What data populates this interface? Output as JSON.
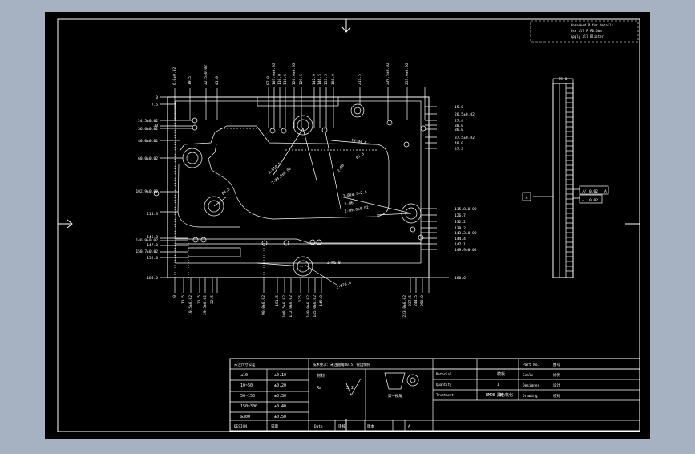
{
  "colors": {
    "background": "#a6b1c2",
    "sheet": "#000000",
    "lines": "#ffffff"
  },
  "top_note": {
    "lines": [
      "Unmarked R for details",
      "Use all R R0.5mm",
      "Apply all Blister"
    ]
  },
  "left_dims": [
    "0",
    "7.5",
    "24.5±0.02",
    "30",
    "36.6±0.02",
    "40.0±0.02",
    "60.0±0.02",
    "102.9±0.02",
    "114.3",
    "145.8",
    "146.9±0.02",
    "147.0",
    "150.7±0.02",
    "152.0",
    "180.0"
  ],
  "top_dims": [
    "6.0±0.02",
    "19.5",
    "32.5±0.02",
    "41.0",
    "97.0",
    "103.0±0.02",
    "110.0",
    "110.6",
    "126.0±0.02",
    "129.5",
    "142.0",
    "146.5",
    "153.5",
    "188.0",
    "211.5",
    "239.5±0.02",
    "253.0±0.02"
  ],
  "right_dims_top": [
    "15.0",
    "26.5±0.02",
    "27.4",
    "30.0",
    "36.0",
    "37.5±0.02",
    "40.0",
    "47.3"
  ],
  "right_dims_bottom": [
    "115.8±0.02",
    "126.7",
    "132.2",
    "138.2",
    "143.3±0.02",
    "144.4",
    "147.1",
    "149.9±0.02"
  ],
  "bottom_dims_left": [
    "0",
    "11.5",
    "19.5±0.02",
    "21.5",
    "29.5±0.02",
    "32.5"
  ],
  "bottom_dims_mid": [
    "90.0±0.02",
    "101.5",
    "108.5±0.02",
    "112.0±0.02",
    "135",
    "140.0±0.02",
    "145.0±0.02",
    "149.0"
  ],
  "bottom_dims_right": [
    "233.0±0.02",
    "237.5",
    "244.5",
    "250.0"
  ],
  "right_180": "180.0",
  "hole_notes": [
    "2-Ø10.5",
    "2-Ø9.0±0.02",
    "2-Ø8",
    "Ø9.5",
    "2-Ø10.5×2.5",
    "2-Ø9.0±0.02",
    "2-Ø6",
    "2-M6.0",
    "2-Ø20.8",
    "14-Ø4.8",
    "Ø5.5"
  ],
  "side_view": {
    "top_dim": "15.0",
    "datum": "A",
    "tol_parallel": "0.02",
    "tol_parallel_datum": "A",
    "tol_flat": "0.02"
  },
  "title_block": {
    "general_tol_title": "未注尺寸公差",
    "tol_rows": [
      [
        "≤10",
        "±0.10"
      ],
      [
        "10~50",
        "±0.20"
      ],
      [
        "50~150",
        "±0.30"
      ],
      [
        "150~300",
        "±0.40"
      ],
      [
        "≥300",
        "±0.50"
      ]
    ],
    "spec_header": "技术要求：未注圆角R0.5，锐边倒钝",
    "material_label": "材料",
    "roughness_label": "Ra",
    "surface": "3.2",
    "symbol_text": "第一视角",
    "rows_mid": [
      [
        "Material",
        "模板"
      ],
      [
        "Quantity",
        "1"
      ],
      [
        "Treatment",
        "黑色氧化"
      ]
    ],
    "part_no": "BMDB-4B",
    "right_col": [
      [
        "Part No.",
        "图号"
      ],
      [
        "Scale",
        "比例"
      ],
      [
        "Designer",
        "设计"
      ],
      [
        "Drawing",
        "校对"
      ]
    ],
    "bottom_row": [
      "DESIGN",
      "日期",
      "Date",
      "审核",
      "版本",
      "A"
    ]
  }
}
